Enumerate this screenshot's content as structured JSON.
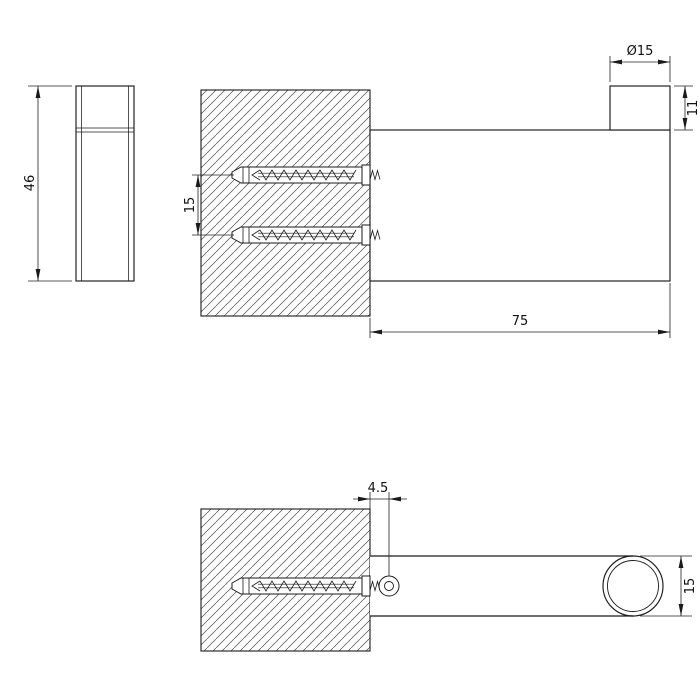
{
  "colors": {
    "line": "#1a1a1a",
    "background": "#ffffff",
    "hatch": "#4d4d4d"
  },
  "dims": {
    "front_height": "46",
    "anchor_spacing": "15",
    "arm_length": "75",
    "post_diameter": "Ø15",
    "post_height": "11",
    "screw_offset": "4.5",
    "arm_width": "15"
  }
}
